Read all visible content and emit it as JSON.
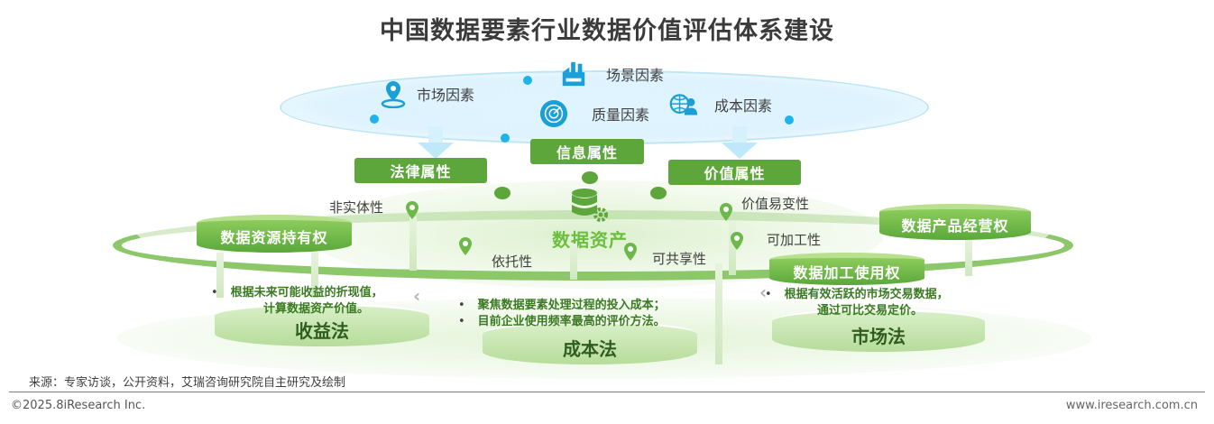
{
  "title": "中国数据要素行业数据价值评估体系建设",
  "factors": [
    {
      "label": "市场因素",
      "icon": "location-pin-icon"
    },
    {
      "label": "场景因素",
      "icon": "factory-icon"
    },
    {
      "label": "质量因素",
      "icon": "radar-icon"
    },
    {
      "label": "成本因素",
      "icon": "globe-person-icon"
    }
  ],
  "attributes": [
    {
      "label": "法律属性"
    },
    {
      "label": "信息属性"
    },
    {
      "label": "价值属性"
    }
  ],
  "core": {
    "label": "数据资产",
    "icon": "database-gear-icon"
  },
  "properties": [
    {
      "label": "非实体性"
    },
    {
      "label": "依托性"
    },
    {
      "label": "可共享性"
    },
    {
      "label": "价值易变性"
    },
    {
      "label": "可加工性"
    }
  ],
  "rights": [
    {
      "label": "数据资源持有权"
    },
    {
      "label": "数据产品经营权"
    },
    {
      "label": "数据加工使用权"
    }
  ],
  "methods": [
    {
      "label": "收益法",
      "desc": [
        "根据未来可能收益的折现值，",
        "计算数据资产价值。"
      ]
    },
    {
      "label": "成本法",
      "desc": [
        "聚焦数据要素处理过程的投入成本；",
        "目前企业使用频率最高的评价方法。"
      ]
    },
    {
      "label": "市场法",
      "desc": [
        "根据有效活跃的市场交易数据，",
        "通过可比交易定价。"
      ]
    }
  ],
  "colors": {
    "green": "#5ca63c",
    "light_green": "#8cc76a",
    "blue_dot": "#1fb3ec",
    "blue_icon": "#1a9fd6"
  },
  "footer": {
    "source": "来源：专家访谈，公开资料，艾瑞咨询研究院自主研究及绘制",
    "copyright": "©2025.8iResearch Inc.",
    "website": "www.iresearch.com.cn"
  }
}
